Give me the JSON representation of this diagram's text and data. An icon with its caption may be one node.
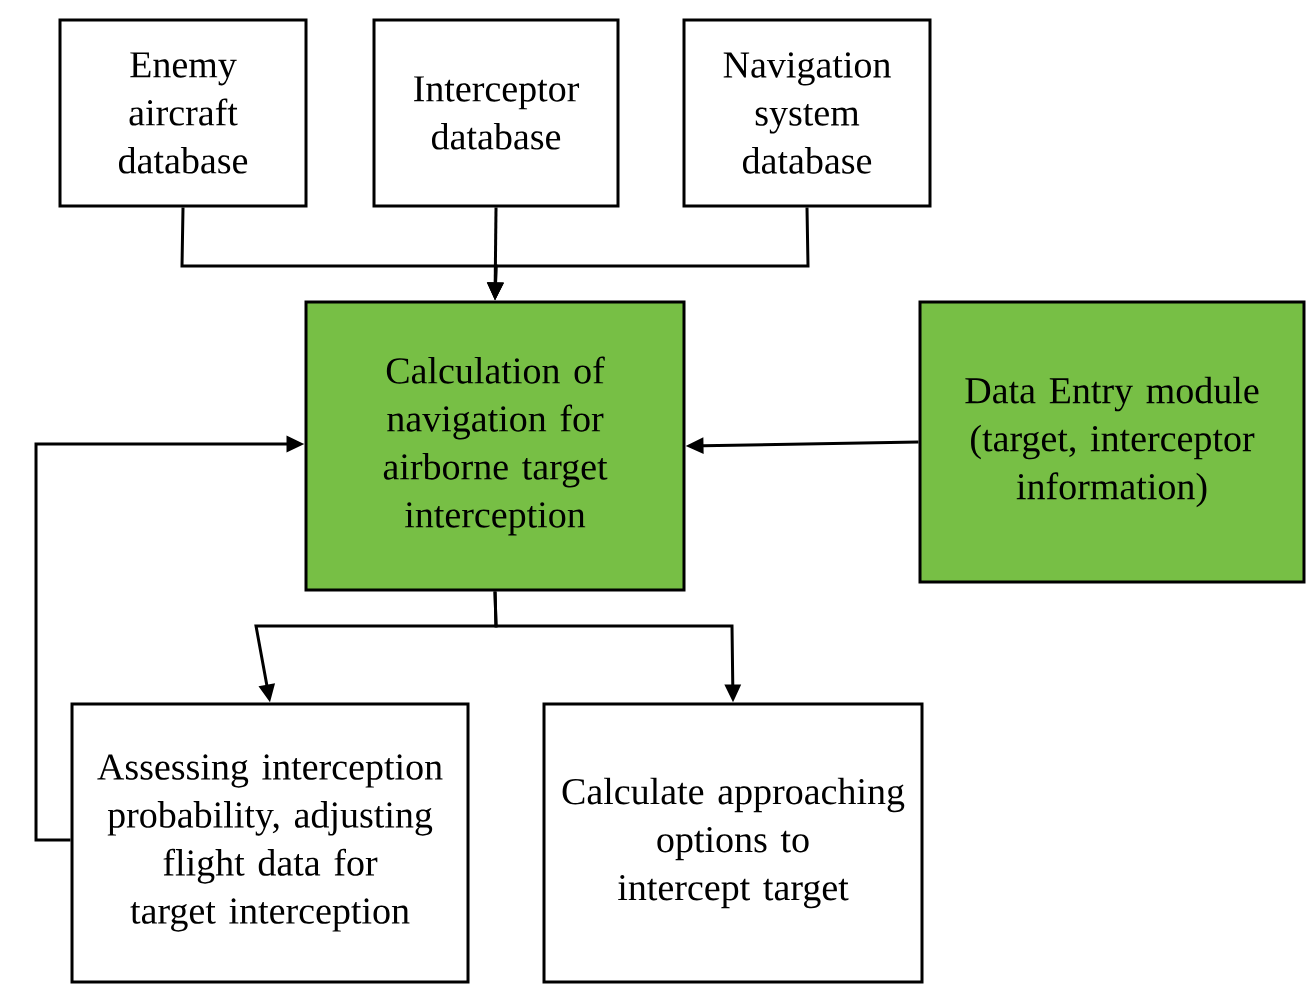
{
  "diagram": {
    "nodes": [
      {
        "text": [
          "Enemy aircraft database"
        ]
      },
      {
        "text": [
          "Interceptor database"
        ]
      },
      {
        "text": [
          "Navigation system database"
        ]
      },
      {
        "text": [
          "Calculation of navigation for airborne target interception"
        ]
      },
      {
        "text": [
          "Data Entry module (target, interceptor information)"
        ]
      },
      {
        "text": [
          "Assessing interception probability, adjusting flight data for target interception"
        ]
      },
      {
        "text": [
          "Calculate approaching options to intercept target"
        ]
      }
    ],
    "edges": [
      {
        "from": 0,
        "to": 3,
        "arrow": "to"
      },
      {
        "from": 1,
        "to": 3,
        "arrow": "to"
      },
      {
        "from": 2,
        "to": 3,
        "arrow": "to"
      },
      {
        "from": 4,
        "to": 3,
        "arrow": "to"
      },
      {
        "from": 3,
        "to": 5,
        "arrow": "to"
      },
      {
        "from": 3,
        "to": 6,
        "arrow": "to"
      },
      {
        "from": 5,
        "to": 3,
        "arrow": "to"
      }
    ]
  }
}
